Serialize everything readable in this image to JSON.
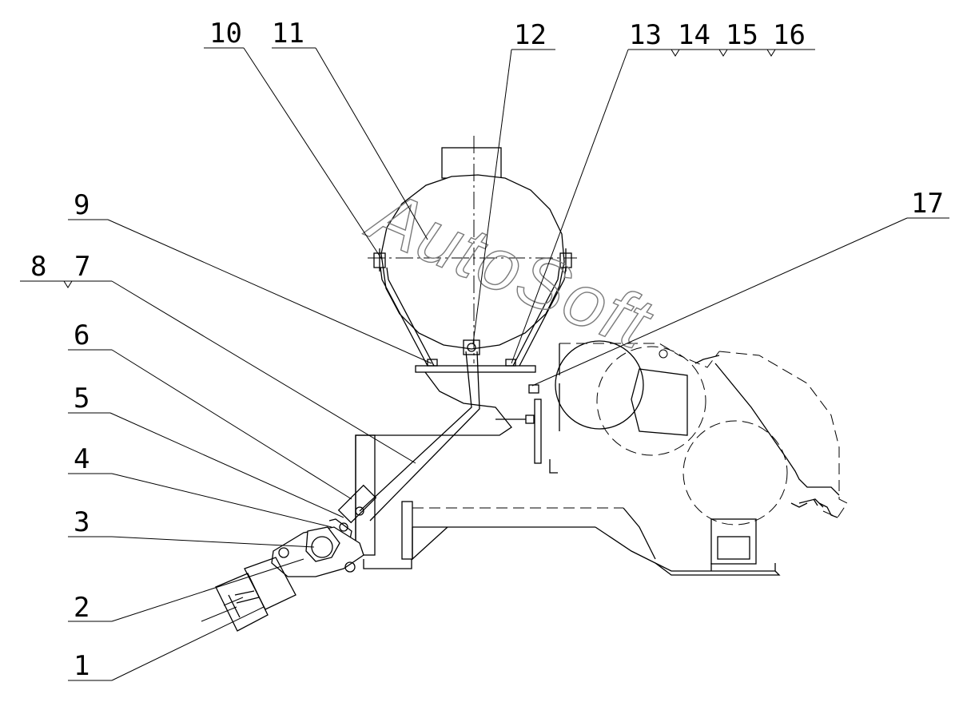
{
  "watermark": "AutoSoft",
  "callouts": [
    {
      "label": "1"
    },
    {
      "label": "2"
    },
    {
      "label": "3"
    },
    {
      "label": "4"
    },
    {
      "label": "5"
    },
    {
      "label": "6"
    },
    {
      "label": "7"
    },
    {
      "label": "8"
    },
    {
      "label": "9"
    },
    {
      "label": "10"
    },
    {
      "label": "11"
    },
    {
      "label": "12"
    },
    {
      "label": "13"
    },
    {
      "label": "14"
    },
    {
      "label": "15"
    },
    {
      "label": "16"
    },
    {
      "label": "17"
    }
  ]
}
